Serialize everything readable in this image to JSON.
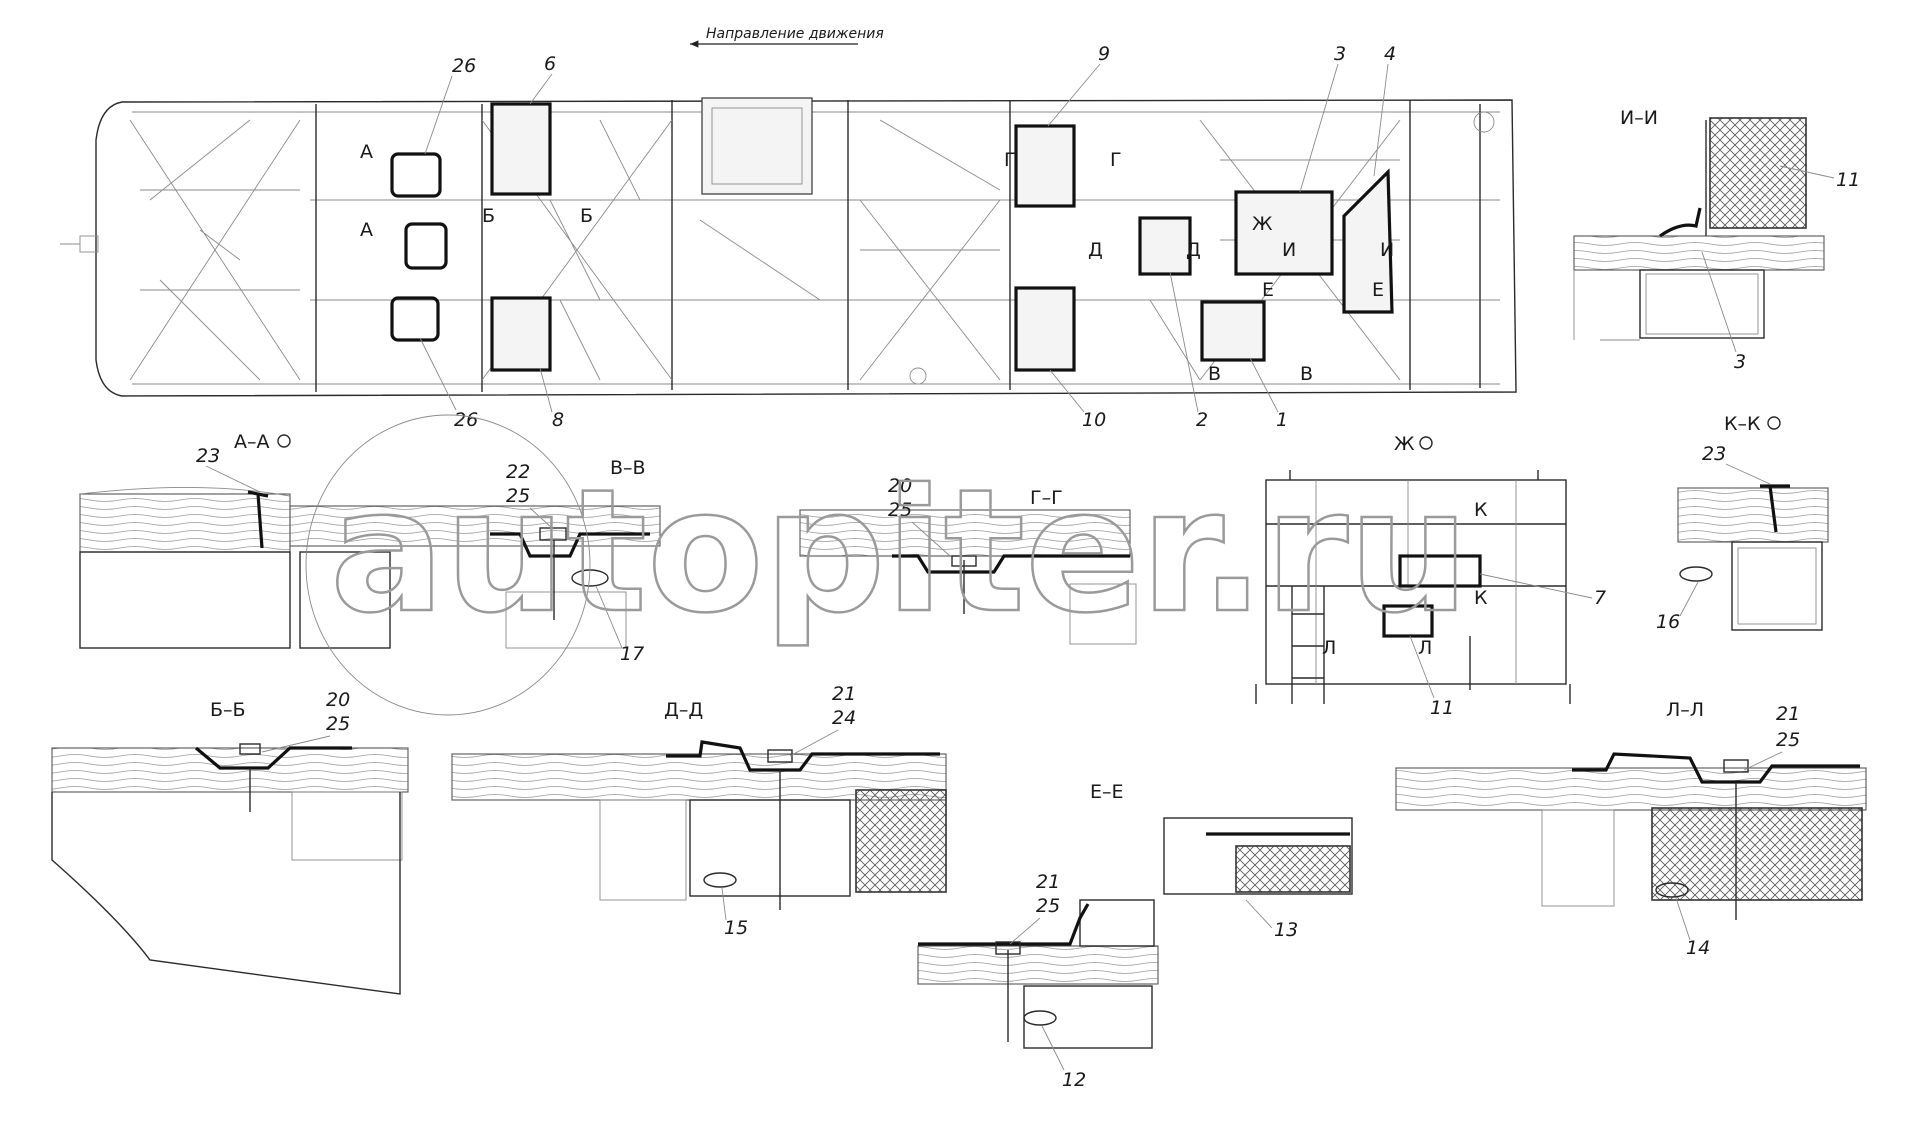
{
  "direction_label": "Направление движения",
  "watermark": "autopiter.ru",
  "plan": {
    "part_labels": [
      "26",
      "6",
      "9",
      "3",
      "4",
      "8",
      "26",
      "10",
      "2",
      "1"
    ],
    "cut_marks": [
      "А",
      "А",
      "Б",
      "Б",
      "Г",
      "Г",
      "Д",
      "Д",
      "Ж",
      "И",
      "И",
      "Е",
      "Е",
      "В",
      "В"
    ]
  },
  "sections": [
    {
      "id": "ii",
      "title": "И–И",
      "labels": [
        "11",
        "3"
      ]
    },
    {
      "id": "aa",
      "title": "А–А",
      "labels": [
        "23"
      ]
    },
    {
      "id": "vv",
      "title": "В–В",
      "labels": [
        "22",
        "25",
        "17"
      ]
    },
    {
      "id": "gg",
      "title": "Г–Г",
      "labels": [
        "20",
        "25"
      ]
    },
    {
      "id": "zh",
      "title": "Ж",
      "labels": [
        "К",
        "К",
        "7",
        "Л",
        "Л",
        "11"
      ]
    },
    {
      "id": "kk",
      "title": "К–К",
      "labels": [
        "23",
        "16"
      ]
    },
    {
      "id": "bb",
      "title": "Б–Б",
      "labels": [
        "20",
        "25"
      ]
    },
    {
      "id": "dd",
      "title": "Д–Д",
      "labels": [
        "21",
        "24",
        "15"
      ]
    },
    {
      "id": "ee",
      "title": "Е–Е",
      "labels": [
        "21",
        "25",
        "13",
        "12"
      ]
    },
    {
      "id": "ll",
      "title": "Л–Л",
      "labels": [
        "21",
        "25",
        "14"
      ]
    }
  ],
  "colors": {
    "line": "#2a2a2a",
    "background": "#ffffff",
    "watermark": "#9a9a9a"
  }
}
